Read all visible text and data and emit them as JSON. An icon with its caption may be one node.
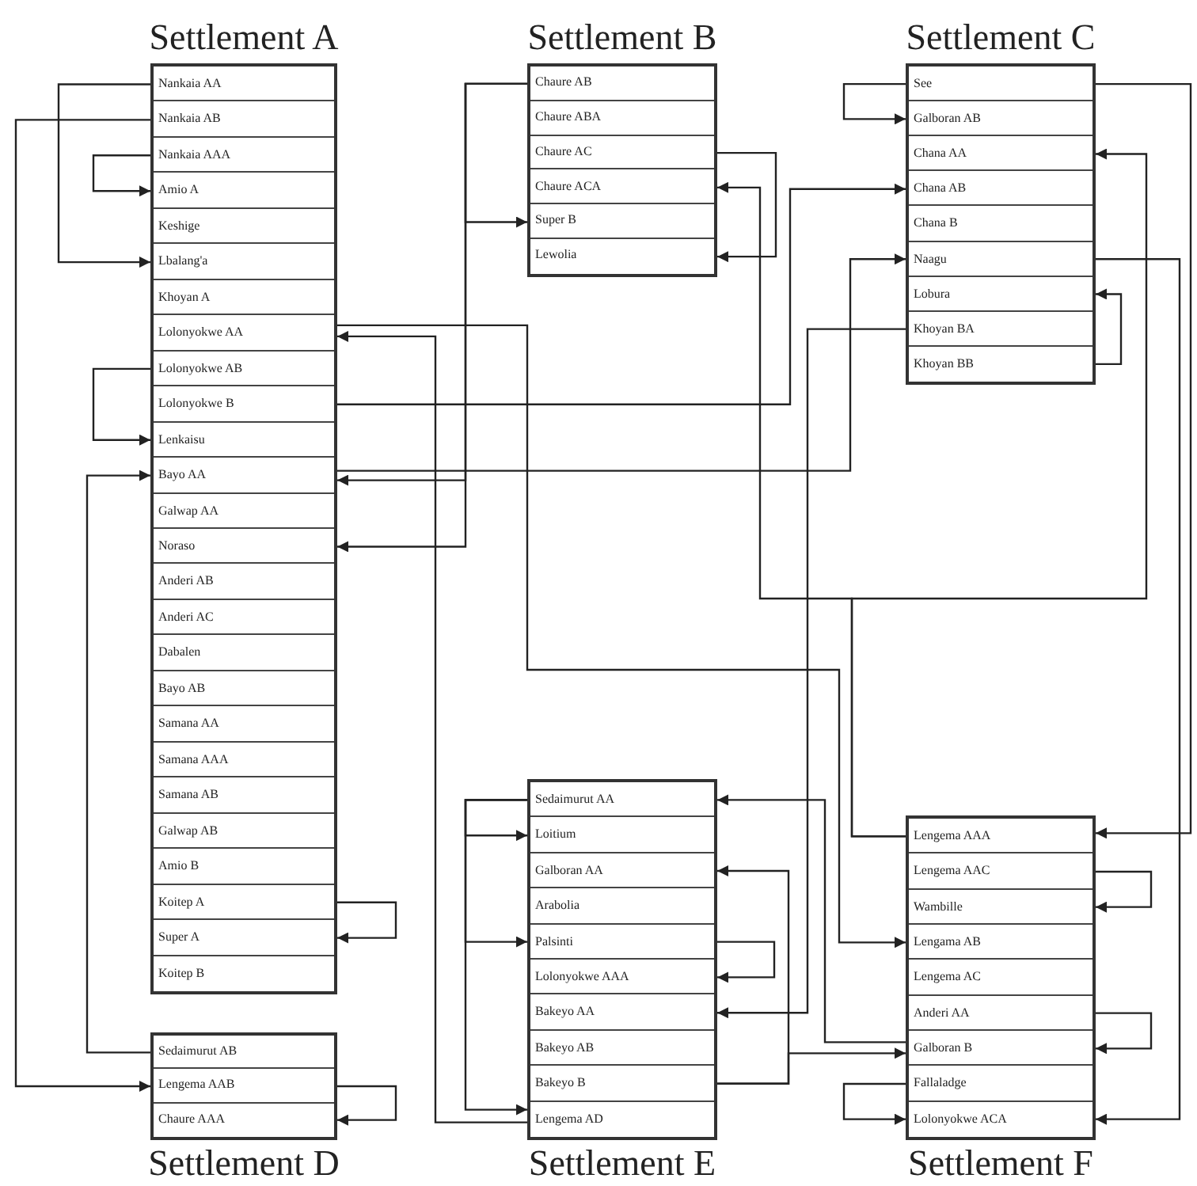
{
  "diagram": {
    "nodes": [
      {
        "text": [
          "Settlement A"
        ]
      },
      {
        "text": [
          "Nankaia AA"
        ],
        "in": 0
      },
      {
        "text": [
          "Nankaia AB"
        ],
        "in": 0
      },
      {
        "text": [
          "Nankaia AAA"
        ],
        "in": 0
      },
      {
        "text": [
          "Amio A"
        ],
        "in": 0
      },
      {
        "text": [
          "Keshige"
        ],
        "in": 0
      },
      {
        "text": [
          "Lbalang'a"
        ],
        "in": 0
      },
      {
        "text": [
          "Khoyan A"
        ],
        "in": 0
      },
      {
        "text": [
          "Lolonyokwe AA"
        ],
        "in": 0
      },
      {
        "text": [
          "Lolonyokwe AB"
        ],
        "in": 0
      },
      {
        "text": [
          "Lolonyokwe B"
        ],
        "in": 0
      },
      {
        "text": [
          "Lenkaisu"
        ],
        "in": 0
      },
      {
        "text": [
          "Bayo AA"
        ],
        "in": 0
      },
      {
        "text": [
          "Galwap AA"
        ],
        "in": 0
      },
      {
        "text": [
          "Noraso"
        ],
        "in": 0
      },
      {
        "text": [
          "Anderi AB"
        ],
        "in": 0
      },
      {
        "text": [
          "Anderi AC"
        ],
        "in": 0
      },
      {
        "text": [
          "Dabalen"
        ],
        "in": 0
      },
      {
        "text": [
          "Bayo AB"
        ],
        "in": 0
      },
      {
        "text": [
          "Samana AA"
        ],
        "in": 0
      },
      {
        "text": [
          "Samana AAA"
        ],
        "in": 0
      },
      {
        "text": [
          "Samana AB"
        ],
        "in": 0
      },
      {
        "text": [
          "Galwap AB"
        ],
        "in": 0
      },
      {
        "text": [
          "Amio B"
        ],
        "in": 0
      },
      {
        "text": [
          "Koitep A"
        ],
        "in": 0
      },
      {
        "text": [
          "Super A"
        ],
        "in": 0
      },
      {
        "text": [
          "Koitep B"
        ],
        "in": 0
      },
      {
        "text": [
          "Settlement B"
        ]
      },
      {
        "text": [
          "Chaure AB"
        ],
        "in": 27
      },
      {
        "text": [
          "Chaure ABA"
        ],
        "in": 27
      },
      {
        "text": [
          "Chaure AC"
        ],
        "in": 27
      },
      {
        "text": [
          "Chaure ACA"
        ],
        "in": 27
      },
      {
        "text": [
          "Super B"
        ],
        "in": 27
      },
      {
        "text": [
          "Lewolia"
        ],
        "in": 27
      },
      {
        "text": [
          "Settlement C"
        ]
      },
      {
        "text": [
          "See"
        ],
        "in": 34
      },
      {
        "text": [
          "Galboran AB"
        ],
        "in": 34
      },
      {
        "text": [
          "Chana AA"
        ],
        "in": 34
      },
      {
        "text": [
          "Chana AB"
        ],
        "in": 34
      },
      {
        "text": [
          "Chana B"
        ],
        "in": 34
      },
      {
        "text": [
          "Naagu"
        ],
        "in": 34
      },
      {
        "text": [
          "Lobura"
        ],
        "in": 34
      },
      {
        "text": [
          "Khoyan BA"
        ],
        "in": 34
      },
      {
        "text": [
          "Khoyan BB"
        ],
        "in": 34
      },
      {
        "text": [
          "Settlement D"
        ]
      },
      {
        "text": [
          "Sedaimurut AB"
        ],
        "in": 44
      },
      {
        "text": [
          "Lengema AAB"
        ],
        "in": 44
      },
      {
        "text": [
          "Chaure AAA"
        ],
        "in": 44
      },
      {
        "text": [
          "Settlement E"
        ]
      },
      {
        "text": [
          "Sedaimurut AA"
        ],
        "in": 48
      },
      {
        "text": [
          "Loitium"
        ],
        "in": 48
      },
      {
        "text": [
          "Galboran AA"
        ],
        "in": 48
      },
      {
        "text": [
          "Arabolia"
        ],
        "in": 48
      },
      {
        "text": [
          "Palsinti"
        ],
        "in": 48
      },
      {
        "text": [
          "Lolonyokwe AAA"
        ],
        "in": 48
      },
      {
        "text": [
          "Bakeyo AA"
        ],
        "in": 48
      },
      {
        "text": [
          "Bakeyo AB"
        ],
        "in": 48
      },
      {
        "text": [
          "Bakeyo B"
        ],
        "in": 48
      },
      {
        "text": [
          "Lengema AD"
        ],
        "in": 48
      },
      {
        "text": [
          "Settlement F"
        ]
      },
      {
        "text": [
          "Lengema AAA"
        ],
        "in": 59
      },
      {
        "text": [
          "Lengema AAC"
        ],
        "in": 59
      },
      {
        "text": [
          "Wambille"
        ],
        "in": 59
      },
      {
        "text": [
          "Lengama AB"
        ],
        "in": 59
      },
      {
        "text": [
          "Lengema AC"
        ],
        "in": 59
      },
      {
        "text": [
          "Anderi AA"
        ],
        "in": 59
      },
      {
        "text": [
          "Galboran B"
        ],
        "in": 59
      },
      {
        "text": [
          "Fallaladge"
        ],
        "in": 59
      },
      {
        "text": [
          "Lolonyokwe ACA"
        ],
        "in": 59
      }
    ],
    "edges": [
      {
        "from": 1,
        "to": 6,
        "arrow": "to"
      },
      {
        "from": 2,
        "to": 46,
        "arrow": "to"
      },
      {
        "from": 3,
        "to": 4,
        "arrow": "to"
      },
      {
        "from": 28,
        "to": 32,
        "arrow": "to"
      },
      {
        "from": 28,
        "to": 12,
        "arrow": "to"
      },
      {
        "from": 28,
        "to": 14,
        "arrow": "to"
      },
      {
        "from": 8,
        "to": 63,
        "arrow": "to"
      },
      {
        "from": 58,
        "to": 8,
        "arrow": "to"
      },
      {
        "from": 9,
        "to": 11,
        "arrow": "to"
      },
      {
        "from": 10,
        "to": 38,
        "arrow": "to"
      },
      {
        "from": 12,
        "to": 40,
        "arrow": "to"
      },
      {
        "from": 45,
        "to": 12,
        "arrow": "to"
      },
      {
        "from": 24,
        "to": 25,
        "arrow": "to"
      },
      {
        "from": 30,
        "to": 33,
        "arrow": "to"
      },
      {
        "from": 60,
        "to": 31,
        "arrow": "to"
      },
      {
        "from": 60,
        "to": 37,
        "arrow": "to"
      },
      {
        "from": 35,
        "to": 36,
        "arrow": "to"
      },
      {
        "from": 35,
        "to": 60,
        "arrow": "to"
      },
      {
        "from": 40,
        "to": 68,
        "arrow": "to"
      },
      {
        "from": 42,
        "to": 55,
        "arrow": "to"
      },
      {
        "from": 43,
        "to": 41,
        "arrow": "to"
      },
      {
        "from": 46,
        "to": 47,
        "arrow": "to"
      },
      {
        "from": 49,
        "to": 50,
        "arrow": "to"
      },
      {
        "from": 49,
        "to": 53,
        "arrow": "to"
      },
      {
        "from": 49,
        "to": 58,
        "arrow": "to"
      },
      {
        "from": 53,
        "to": 54,
        "arrow": "to"
      },
      {
        "from": 57,
        "to": 51,
        "arrow": "to"
      },
      {
        "from": 57,
        "to": 66,
        "arrow": "to"
      },
      {
        "from": 66,
        "to": 49,
        "arrow": "to"
      },
      {
        "from": 61,
        "to": 62,
        "arrow": "to"
      },
      {
        "from": 65,
        "to": 66,
        "arrow": "to"
      },
      {
        "from": 67,
        "to": 68,
        "arrow": "to"
      }
    ]
  }
}
